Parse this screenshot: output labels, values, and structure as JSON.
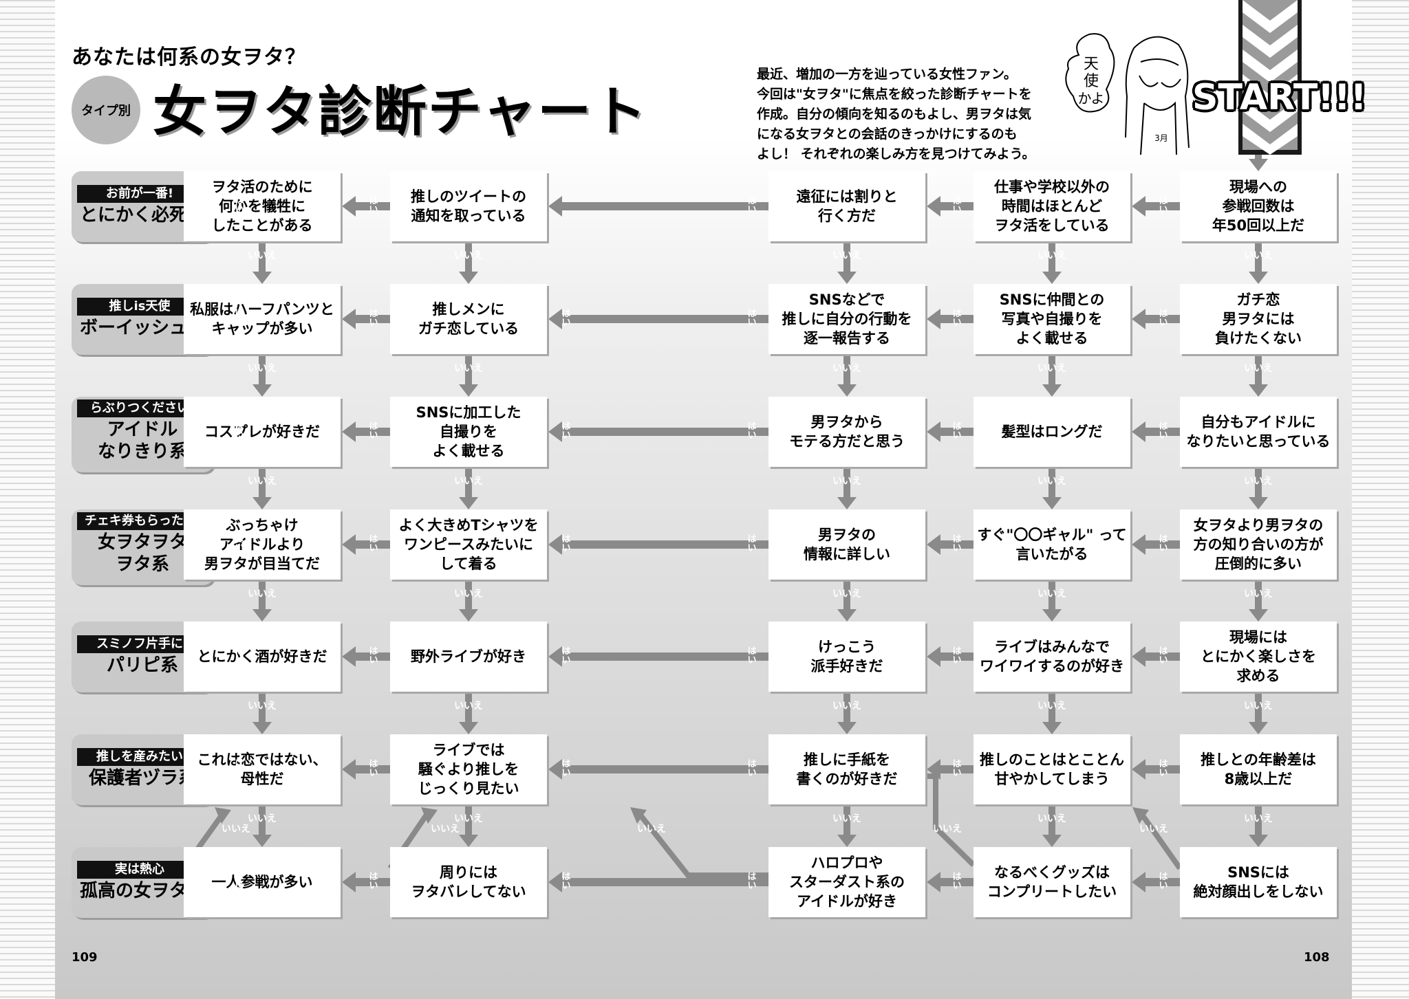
{
  "header": {
    "subtitle": "あなたは何系の女ヲタ？",
    "badge": "タイプ別",
    "title": "女ヲタ診断チャート",
    "intro": [
      "最近、増加の一方を辿っている女性ファン。",
      "今回は\"女ヲタ\"に焦点を絞った診断チャートを",
      "作成。自分の傾向を知るのもよし、男ヲタは気",
      "になる女ヲタとの会話のきっかけにするのも",
      "よし！ それぞれの楽しみ方を見つけてみよう。"
    ],
    "start_label": "START!!!"
  },
  "illustration": {
    "speech": "天使かよ",
    "shirt_text": "3月"
  },
  "edge_labels": {
    "yes": "はい",
    "no": "いいえ"
  },
  "results": [
    {
      "tag": "お前が一番!",
      "name": "とにかく必死系"
    },
    {
      "tag": "推しis天使",
      "name": "ボーイッシュ系"
    },
    {
      "tag": "らぶりつください",
      "name": "アイドル\nなりきり系"
    },
    {
      "tag": "チェキ券もらった♥",
      "name": "女ヲタヲタ\nヲタ系"
    },
    {
      "tag": "スミノフ片手に",
      "name": "パリピ系"
    },
    {
      "tag": "推しを産みたい",
      "name": "保護者ヅラ系"
    },
    {
      "tag": "実は熱心",
      "name": "孤高の女ヲタ系"
    }
  ],
  "questions": [
    [
      "ヲタ活のために\n何かを犠牲に\nしたことがある",
      "推しのツイートの\n通知を取っている",
      "遠征には割りと\n行く方だ",
      "仕事や学校以外の\n時間はほとんど\nヲタ活をしている",
      "現場への\n参戦回数は\n年50回以上だ"
    ],
    [
      "私服はハーフパンツと\nキャップが多い",
      "推しメンに\nガチ恋している",
      "SNSなどで\n推しに自分の行動を\n逐一報告する",
      "SNSに仲間との\n写真や自撮りを\nよく載せる",
      "ガチ恋\n男ヲタには\n負けたくない"
    ],
    [
      "コスプレが好きだ",
      "SNSに加工した\n自撮りを\nよく載せる",
      "男ヲタから\nモテる方だと思う",
      "髪型はロングだ",
      "自分もアイドルに\nなりたいと思っている"
    ],
    [
      "ぶっちゃけ\nアイドルより\n男ヲタが目当てだ",
      "よく大きめTシャツを\nワンピースみたいに\nして着る",
      "男ヲタの\n情報に詳しい",
      "すぐ\"〇〇ギャル\" って\n言いたがる",
      "女ヲタより男ヲタの\n方の知り合いの方が\n圧倒的に多い"
    ],
    [
      "とにかく酒が好きだ",
      "野外ライブが好き",
      "けっこう\n派手好きだ",
      "ライブはみんなで\nワイワイするのが好き",
      "現場には\nとにかく楽しさを\n求める"
    ],
    [
      "これは恋ではない、\n母性だ",
      "ライブでは\n騒ぐより推しを\nじっくり見たい",
      "推しに手紙を\n書くのが好きだ",
      "推しのことはとことん\n甘やかしてしまう",
      "推しとの年齢差は\n8歳以上だ"
    ],
    [
      "一人参戦が多い",
      "周りには\nヲタバレしてない",
      "ハロプロや\nスターダスト系の\nアイドルが好き",
      "なるべくグッズは\nコンプリートしたい",
      "SNSには\n絶対顔出しをしない"
    ]
  ],
  "page_numbers": {
    "left": "109",
    "right": "108"
  }
}
